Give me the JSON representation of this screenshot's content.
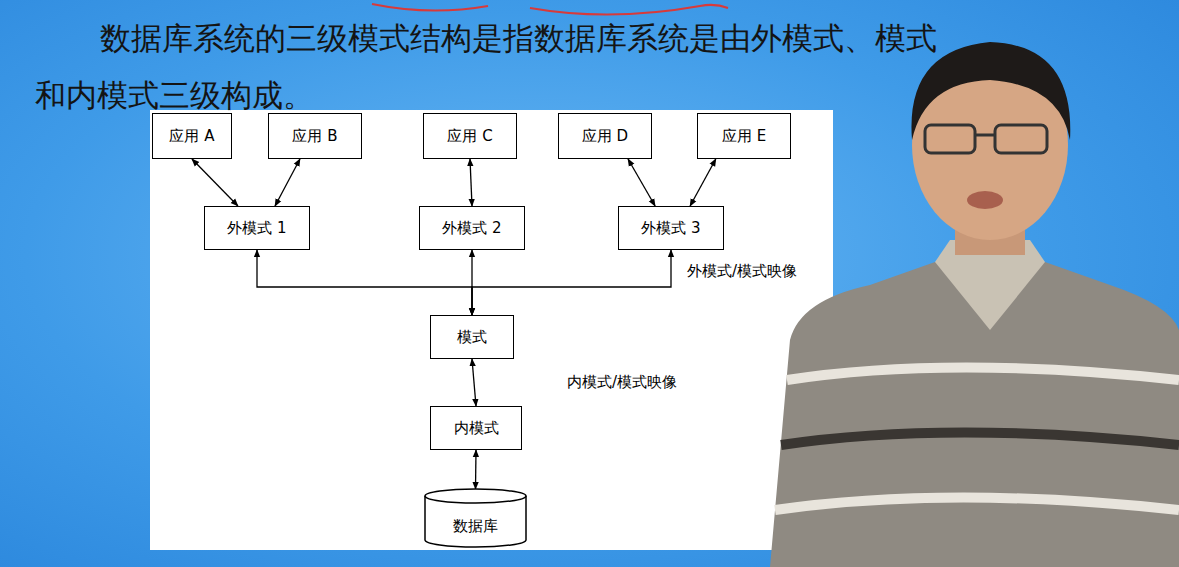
{
  "diagram": {
    "title": "数据库系统的三级模式结构是指数据库系统是由外模式、模式和内模式三级构成。",
    "nodes": [
      {
        "text": [
          "应用 A"
        ]
      },
      {
        "text": [
          "应用 B"
        ]
      },
      {
        "text": [
          "应用 C"
        ]
      },
      {
        "text": [
          "应用 D"
        ]
      },
      {
        "text": [
          "应用 E"
        ]
      },
      {
        "text": [
          "外模式 1"
        ]
      },
      {
        "text": [
          "外模式 2"
        ]
      },
      {
        "text": [
          "外模式 3"
        ]
      },
      {
        "text": [
          "模式"
        ]
      },
      {
        "text": [
          "内模式"
        ]
      },
      {
        "text": [
          "数据库"
        ]
      }
    ],
    "edges": [
      {
        "from": 0,
        "to": 5,
        "arrow": "both"
      },
      {
        "from": 1,
        "to": 5,
        "arrow": "both"
      },
      {
        "from": 2,
        "to": 6,
        "arrow": "both"
      },
      {
        "from": 3,
        "to": 7,
        "arrow": "both"
      },
      {
        "from": 4,
        "to": 7,
        "arrow": "both"
      },
      {
        "from": 5,
        "to": 8,
        "arrow": "both"
      },
      {
        "from": 6,
        "to": 8,
        "arrow": "both"
      },
      {
        "from": 7,
        "to": 8,
        "arrow": "both"
      },
      {
        "from": 8,
        "to": 9,
        "arrow": "both"
      },
      {
        "from": 9,
        "to": 10,
        "arrow": "both"
      }
    ],
    "labels": [
      "外模式/模式映像",
      "内模式/模式映像"
    ]
  }
}
